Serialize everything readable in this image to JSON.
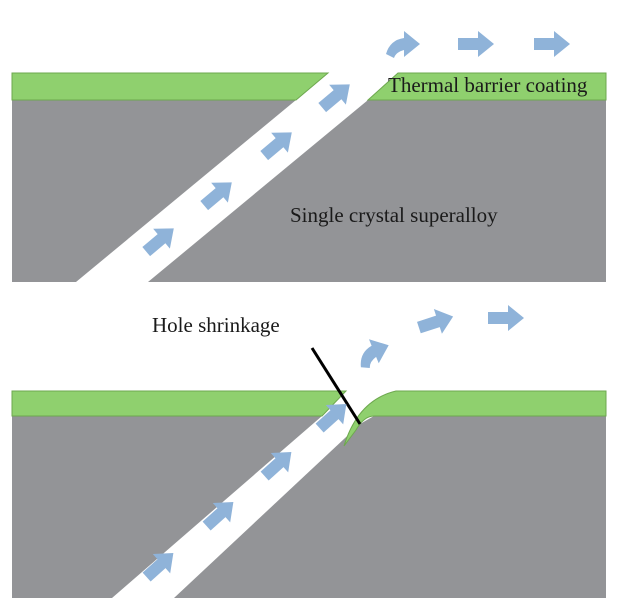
{
  "colors": {
    "substrate": "#939497",
    "coating": "#8fd06e",
    "coating_edge": "#6ea84f",
    "arrow": "#8fb3d9",
    "background": "#ffffff",
    "leader_line": "#000000"
  },
  "panels": {
    "top": {
      "coating_label": "Thermal barrier coating",
      "substrate_label": "Single crystal superalloy"
    },
    "bottom": {
      "annotation_label": "Hole shrinkage"
    }
  }
}
